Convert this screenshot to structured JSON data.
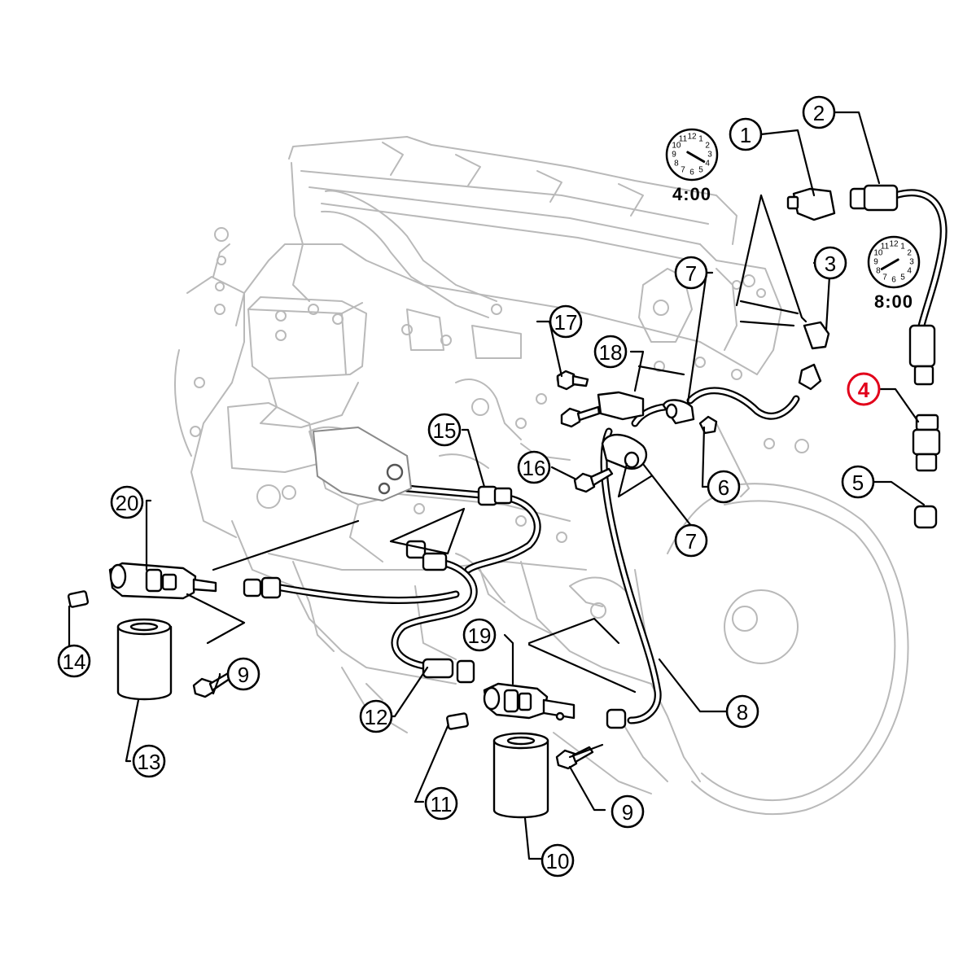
{
  "callouts": [
    {
      "number": "1"
    },
    {
      "number": "2"
    },
    {
      "number": "3"
    },
    {
      "number": "4"
    },
    {
      "number": "5"
    },
    {
      "number": "6"
    },
    {
      "number": "7"
    },
    {
      "number": "7"
    },
    {
      "number": "8"
    },
    {
      "number": "9"
    },
    {
      "number": "9"
    },
    {
      "number": "10"
    },
    {
      "number": "11"
    },
    {
      "number": "12"
    },
    {
      "number": "13"
    },
    {
      "number": "14"
    },
    {
      "number": "15"
    },
    {
      "number": "16"
    },
    {
      "number": "17"
    },
    {
      "number": "18"
    },
    {
      "number": "19"
    },
    {
      "number": "20"
    }
  ],
  "clocks": [
    {
      "time": "4:00",
      "numbers": [
        "12",
        "1",
        "2",
        "3",
        "4",
        "5",
        "6",
        "7",
        "8",
        "9",
        "10",
        "11"
      ]
    },
    {
      "time": "8:00",
      "numbers": [
        "12",
        "1",
        "2",
        "3",
        "4",
        "5",
        "6",
        "7",
        "8",
        "9",
        "10",
        "11"
      ]
    }
  ],
  "colors": {
    "highlight": "#e2001a",
    "line": "#000000",
    "engine_ghost": "#b9b9b9"
  }
}
